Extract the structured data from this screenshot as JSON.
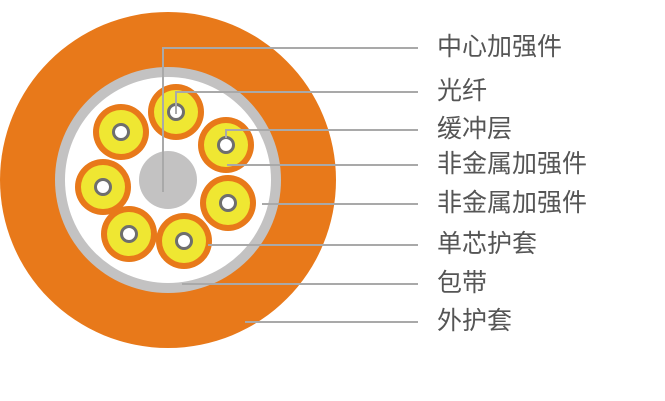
{
  "colors": {
    "outer_jacket": "#e8791a",
    "tape": "#c3c2c2",
    "inner": "#ffffff",
    "central_member": "#c3c2c2",
    "buffer": "#e8791a",
    "fiber_yellow": "#efe732",
    "fiber_core_ring": "#6e6e6e",
    "leader_line": "#a9a9a9",
    "label_text": "#555555"
  },
  "labels": [
    {
      "text": "中心加强件"
    },
    {
      "text": "光纤"
    },
    {
      "text": "缓冲层"
    },
    {
      "text": "非金属加强件"
    },
    {
      "text": "非金属加强件"
    },
    {
      "text": "单芯护套"
    },
    {
      "text": "包带"
    },
    {
      "text": "外护套"
    }
  ]
}
